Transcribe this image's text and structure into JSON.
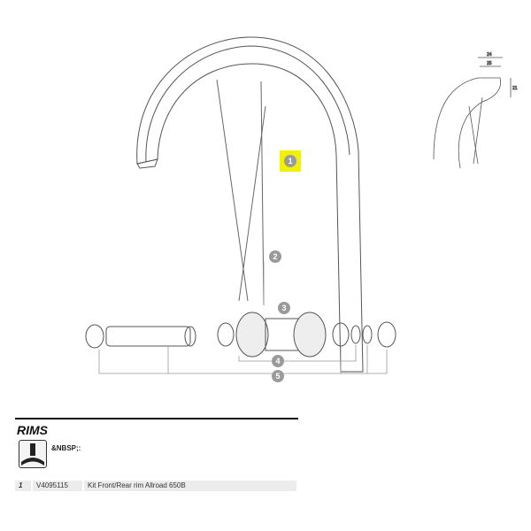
{
  "diagram": {
    "callouts": [
      "1",
      "2",
      "3",
      "4",
      "5"
    ],
    "detail_dimensions": [
      "24",
      "25",
      "21"
    ]
  },
  "section": {
    "title": "RIMS",
    "icon": "tubeless-valve-icon",
    "note": "&NBSP;:"
  },
  "parts": [
    {
      "index": "1",
      "code": "V4095115",
      "description": "Kit Front/Rear rim Allroad 650B"
    }
  ],
  "colors": {
    "highlight": "#f2f200",
    "callout": "#9a9a9a"
  }
}
